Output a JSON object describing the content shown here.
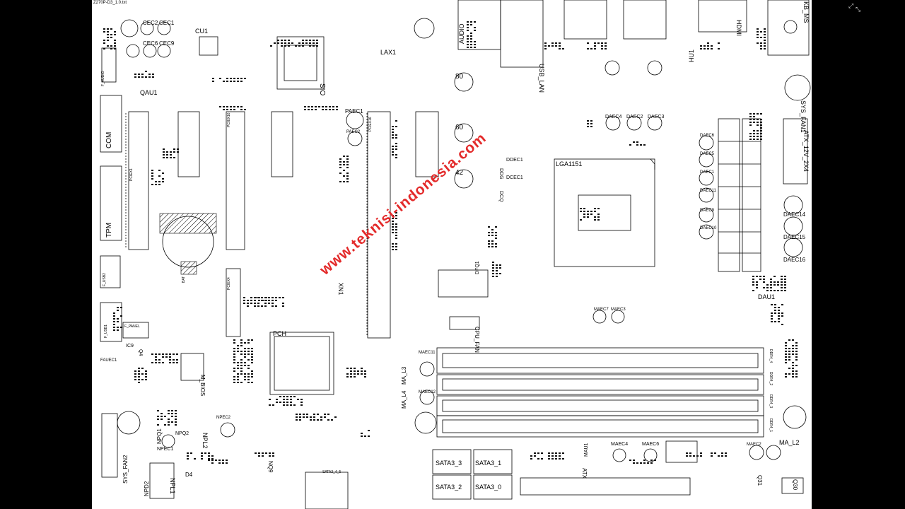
{
  "document": {
    "file_name": "Z270P-D3_1.0.txt"
  },
  "toolbar": {
    "expand_icon": "expand-icon",
    "collapse_icon": "collapse-icon"
  },
  "watermark": {
    "text": "www.teknisi-indonesia.com",
    "color": "#e32a2a"
  },
  "components": {
    "cec2": "CEC2",
    "cec1": "CEC1",
    "cec6": "CEC6",
    "cec9": "CEC9",
    "cu1": "CU1",
    "qau1": "QAU1",
    "com": "COM",
    "tpm": "TPM",
    "lax1": "LAX1",
    "sio": "SIO",
    "audio": "AUDIO",
    "usb_lan": "USB_LAN",
    "hdmi": "HDMI",
    "kb_ms": "KB_MS",
    "hu1": "HU1",
    "n80": "80",
    "n60": "60",
    "n42": "42",
    "paec1": "PAEC1",
    "paec2": "PAEC2",
    "daec4": "DAEC4",
    "daec2": "DAEC2",
    "daec3": "DAEC3",
    "ddec1": "DDEC1",
    "dcec1": "DCEC1",
    "ddg": "DDG",
    "dcq": "DCQ",
    "lga1151": "LGA1151",
    "sys_fan1": "SYS_FAN1",
    "atx_12v_2x4": "ATX_12V_2X4",
    "daec6": "DAEC6",
    "daec5": "DAEC5",
    "daec1": "DAEC1",
    "daec11": "DAEC11",
    "daec9": "DAEC9",
    "daec10": "DAEC10",
    "daec14": "DAEC14",
    "daec15": "DAEC15",
    "daec16": "DAEC16",
    "dau1": "DAU1",
    "xn1": "XN1",
    "pch": "PCH",
    "cpu_fan": "CPU_FAN",
    "dfq1": "DFQ1",
    "maec7": "MAEC7",
    "maec3": "MAEC3",
    "ddr4_1": "DDR4_1",
    "ddr4_2": "DDR4_2",
    "ddr4_3": "DDR4_3",
    "ddr4_4": "DDR4_4",
    "ma_l3": "MA_L3",
    "ma_l4": "MA_L4",
    "maec11": "MAEC11",
    "maec12": "MAEC12",
    "ic9": "IC9",
    "q4": "Q4",
    "fauec1": "FAUEC1",
    "m_bios": "M_BIOS",
    "sys_fan2": "SYS_FAN2",
    "npq1": "NPQ1",
    "npq2": "NPQ2",
    "npec1": "NPEC1",
    "npl2": "NPL2",
    "npec2": "NPEC2",
    "npl1": "NPL1",
    "npd2": "NPD2",
    "d4": "D4",
    "nq9": "NQ9",
    "sata3_4_5": "SATA3_4_5",
    "sata3_3": "SATA3_3",
    "sata3_1": "SATA3_1",
    "sata3_2": "SATA3_2",
    "sata3_0": "SATA3_0",
    "atx": "ATX",
    "mau1": "MAU1",
    "maec4": "MAEC4",
    "maec6": "MAEC6",
    "ma_l2": "MA_L2",
    "maec2": "MAEC2",
    "q31": "Q31",
    "q30": "Q30",
    "f_audio": "F_AUDIO",
    "f_usb2": "F_USB2",
    "f_usb1": "F_USB1",
    "pciex1": "PCIEX1",
    "pciex16": "PCIEX16",
    "pciex4": "PCIEX4",
    "bat": "BAT",
    "f_panel": "F_PANEL"
  }
}
